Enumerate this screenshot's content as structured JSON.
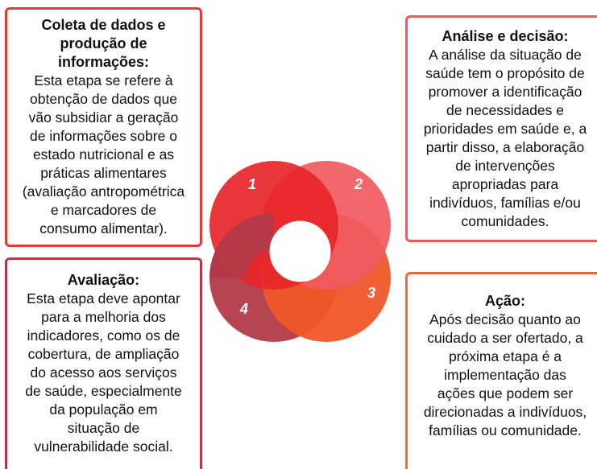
{
  "steps": [
    {
      "number": "1",
      "title": "Coleta de dados e\nprodução de\ninformações:",
      "body": "Esta etapa se refere à\nobtenção de dados que\nvão subsidiar a geração\nde informações sobre o\nestado nutricional e as\npráticas alimentares\n(avaliação antropométrica\ne marcadores de\nconsumo alimentar).",
      "color": "#e8262a"
    },
    {
      "number": "2",
      "title": "Análise e decisão:",
      "body": "A análise da situação de\nsaúde tem o propósito de\npromover a identificação\nde necessidades e\nprioridades em saúde e, a\npartir disso, a elaboração\nde intervenções\napropriadas para\nindivíduos, famílias e/ou\ncomunidades.",
      "color": "#f05a5f"
    },
    {
      "number": "3",
      "title": "Ação:",
      "body": "Após decisão quanto ao\ncuidado a ser ofertado, a\npróxima etapa é a\nimplementação das\nações que podem ser\ndirecionadas a indivíduos,\nfamílias ou comunidade.",
      "color": "#f0572a"
    },
    {
      "number": "4",
      "title": "Avaliação:",
      "body": "Esta etapa deve apontar\npara a melhoria dos\nindicadores, como os de\ncobertura, de ampliação\ndo acesso aos serviços\nde saúde, especialmente\nda população em\nsituação de\nvulnerabilidade social.",
      "color": "#b23a48"
    }
  ]
}
